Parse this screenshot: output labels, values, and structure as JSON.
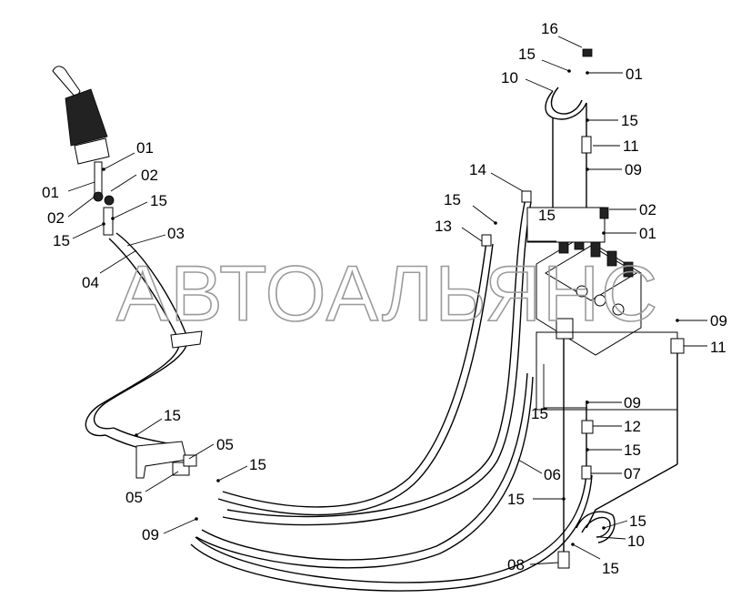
{
  "watermark": "АВТОАЛЬЯНС",
  "callouts": [
    "16",
    "15",
    "10",
    "01",
    "15",
    "11",
    "09",
    "14",
    "15",
    "13",
    "15",
    "02",
    "01",
    "01",
    "02",
    "15",
    "01",
    "02",
    "15",
    "03",
    "04",
    "09",
    "11",
    "15",
    "09",
    "12",
    "15",
    "07",
    "06",
    "15",
    "05",
    "05",
    "15",
    "15",
    "09",
    "15",
    "10",
    "08",
    "15"
  ]
}
